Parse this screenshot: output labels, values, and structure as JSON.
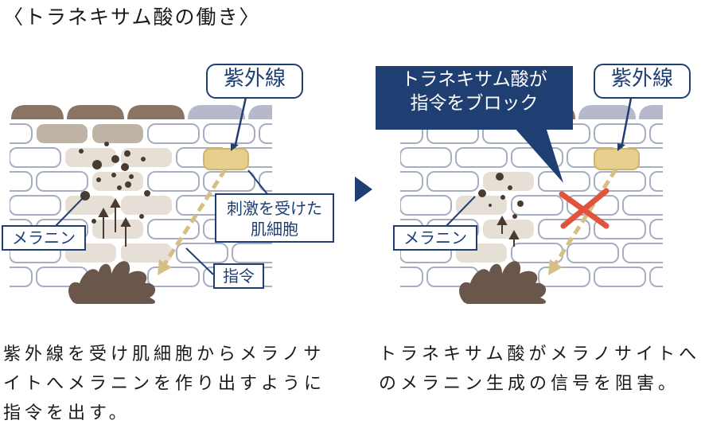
{
  "title": "〈トラネキサム酸の働き〉",
  "left_panel": {
    "uv_label": "紫外線",
    "stimulated_cell_label_line1": "刺激を受けた",
    "stimulated_cell_label_line2": "肌細胞",
    "command_label": "指令",
    "melanin_label": "メラニン"
  },
  "right_panel": {
    "block_label_line1": "トラネキサム酸が",
    "block_label_line2": "指令をブロック",
    "uv_label": "紫外線",
    "melanin_label": "メラニン"
  },
  "captions": {
    "left": "紫外線を受け肌細胞からメラノサイトへメラニンを作り出すように指令を出す。",
    "right": "トラネキサム酸がメラノサイトへのメラニン生成の信号を阻害。"
  },
  "colors": {
    "navy": "#1f3f73",
    "uv_arrow": "#d6bf82",
    "melanocyte": "#6a564a",
    "cross": "#e2533e",
    "brick_outline": "#a8aec2"
  }
}
